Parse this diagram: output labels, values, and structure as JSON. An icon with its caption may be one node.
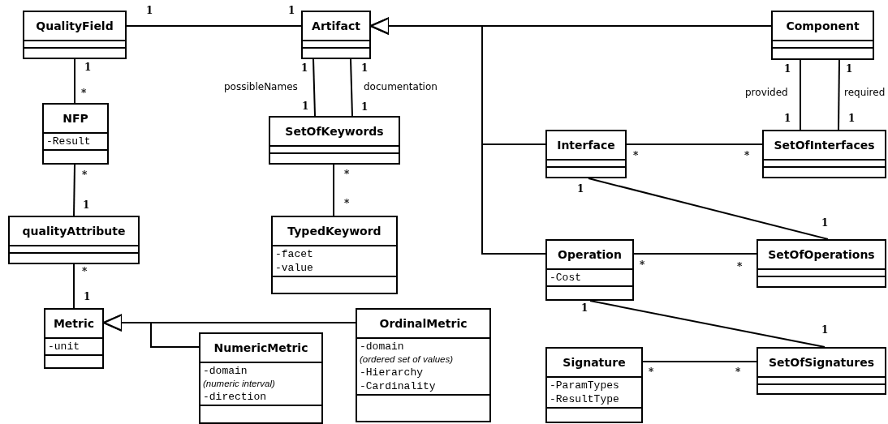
{
  "diagram": {
    "nodes": [
      {
        "text": [
          "QualityField"
        ]
      },
      {
        "text": [
          "Artifact"
        ]
      },
      {
        "text": [
          "Component"
        ]
      },
      {
        "text": [
          "NFP",
          "-Result"
        ]
      },
      {
        "text": [
          "SetOfKeywords"
        ]
      },
      {
        "text": [
          "Interface"
        ]
      },
      {
        "text": [
          "SetOfInterfaces"
        ]
      },
      {
        "text": [
          "TypedKeyword",
          "-facet",
          "-value"
        ]
      },
      {
        "text": [
          "qualityAttribute"
        ]
      },
      {
        "text": [
          "Operation",
          "-Cost"
        ]
      },
      {
        "text": [
          "SetOfOperations"
        ]
      },
      {
        "text": [
          "Metric",
          "-unit"
        ]
      },
      {
        "text": [
          "OrdinalMetric",
          "-domain",
          "(ordered set of values)",
          "-Hierarchy",
          "-Cardinality"
        ]
      },
      {
        "text": [
          "NumericMetric",
          "-domain",
          "(numeric interval)",
          "-direction"
        ]
      },
      {
        "text": [
          "Signature",
          "-ParamTypes",
          "-ResultType"
        ]
      },
      {
        "text": [
          "SetOfSignatures"
        ]
      }
    ],
    "edges": [
      {
        "from": 0,
        "to": 1,
        "arrow": "none"
      },
      {
        "from": 2,
        "to": 1,
        "arrow": "to"
      },
      {
        "from": 5,
        "to": 1,
        "arrow": "to"
      },
      {
        "from": 9,
        "to": 1,
        "arrow": "to"
      },
      {
        "from": 0,
        "to": 3,
        "arrow": "none"
      },
      {
        "from": 1,
        "to": 4,
        "arrow": "none",
        "label": "possibleNames"
      },
      {
        "from": 1,
        "to": 4,
        "arrow": "none",
        "label": "documentation"
      },
      {
        "from": 2,
        "to": 6,
        "arrow": "none",
        "label": "provided"
      },
      {
        "from": 2,
        "to": 6,
        "arrow": "none",
        "label": "required"
      },
      {
        "from": 5,
        "to": 6,
        "arrow": "none"
      },
      {
        "from": 5,
        "to": 10,
        "arrow": "none"
      },
      {
        "from": 3,
        "to": 8,
        "arrow": "none"
      },
      {
        "from": 4,
        "to": 7,
        "arrow": "none"
      },
      {
        "from": 8,
        "to": 11,
        "arrow": "none"
      },
      {
        "from": 9,
        "to": 10,
        "arrow": "none"
      },
      {
        "from": 9,
        "to": 15,
        "arrow": "none"
      },
      {
        "from": 13,
        "to": 11,
        "arrow": "to"
      },
      {
        "from": 12,
        "to": 11,
        "arrow": "to"
      },
      {
        "from": 14,
        "to": 15,
        "arrow": "none"
      }
    ],
    "labels": [
      "1",
      "1",
      "1",
      "1",
      "1",
      "1",
      "1",
      "*",
      "1",
      "1",
      "1",
      "1",
      "*",
      "*",
      "*",
      "*",
      "1",
      "*",
      "1",
      "1",
      "*",
      "*",
      "*",
      "1",
      "1",
      "1",
      "*",
      "*"
    ]
  }
}
